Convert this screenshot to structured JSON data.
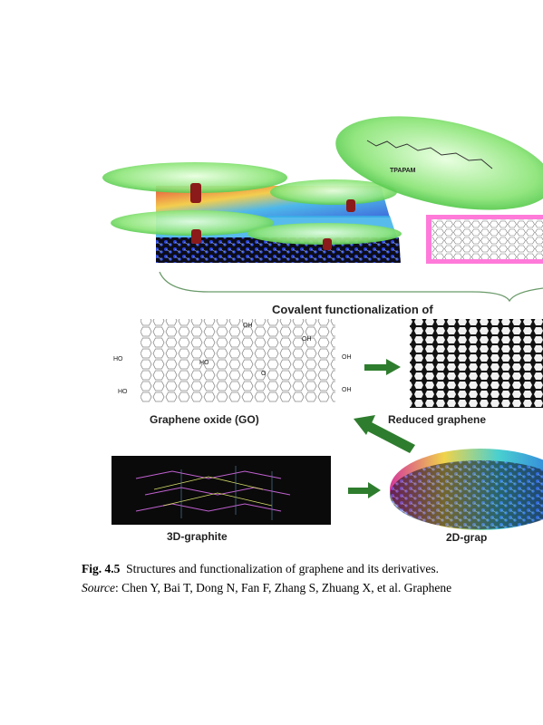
{
  "figure": {
    "labels": {
      "covalent": "Covalent functionalization of",
      "go": "Graphene oxide (GO)",
      "rgo": "Reduced graphene",
      "graphite3d": "3D-graphite",
      "graphene2d": "2D-grap",
      "tpapam": "TPAPAM"
    },
    "chem": {
      "oh": "OH",
      "ho": "HO",
      "o": "O"
    },
    "colors": {
      "arrow": "#2e7d2e",
      "bubble": "#7be36a",
      "pillar": "#8b1a1a",
      "magenta": "#ff7ad9"
    }
  },
  "caption": {
    "fig_number": "Fig. 4.5",
    "fig_text": "Structures and functionalization of graphene and its derivatives.",
    "source_label": "Source",
    "source_text": ": Chen Y, Bai T, Dong N, Fan F, Zhang S, Zhuang X, et al. Graphene"
  }
}
